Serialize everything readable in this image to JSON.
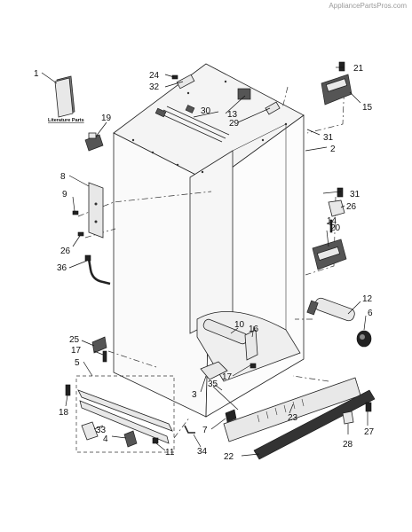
{
  "watermark": "AppliancePartsPros.com",
  "literature_label": "Literature Parts",
  "callouts": {
    "c1": "1",
    "c2": "2",
    "c3": "3",
    "c4": "4",
    "c5": "5",
    "c6": "6",
    "c7": "7",
    "c8": "8",
    "c9": "9",
    "c10": "10",
    "c11": "11",
    "c12": "12",
    "c13": "13",
    "c14": "14",
    "c15": "15",
    "c16": "16",
    "c17a": "17",
    "c17b": "17",
    "c18": "18",
    "c19": "19",
    "c20": "20",
    "c21": "21",
    "c22": "22",
    "c23": "23",
    "c24": "24",
    "c25": "25",
    "c26a": "26",
    "c26b": "26",
    "c27": "27",
    "c28": "28",
    "c29": "29",
    "c30": "30",
    "c31a": "31",
    "c31b": "31",
    "c32": "32",
    "c33": "33",
    "c34": "34",
    "c35": "35",
    "c36": "36"
  }
}
